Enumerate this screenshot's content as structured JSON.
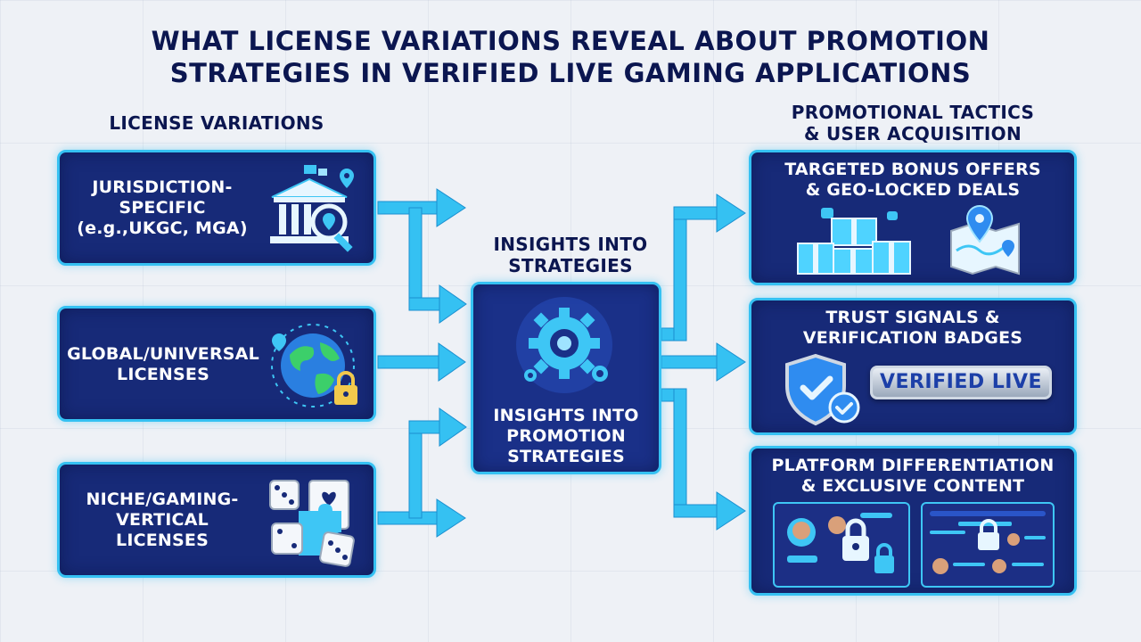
{
  "title": {
    "line1": "WHAT LICENSE VARIATIONS REVEAL ABOUT PROMOTION",
    "line2": "STRATEGIES IN VERIFIED LIVE GAMING APPLICATIONS"
  },
  "left_heading": "LICENSE VARIATIONS",
  "left_boxes": [
    {
      "lines": [
        "JURISDICTION-",
        "SPECIFIC",
        "(e.g.,UKGC, MGA)"
      ],
      "icon": "government-building-magnifier-icon"
    },
    {
      "lines": [
        "GLOBAL/UNIVERSAL",
        "LICENSES"
      ],
      "icon": "globe-lock-icon"
    },
    {
      "lines": [
        "NICHE/GAMING-",
        "VERTICAL",
        "LICENSES"
      ],
      "icon": "dice-cards-puzzle-icon"
    }
  ],
  "center": {
    "heading": [
      "INSIGHTS INTO",
      "STRATEGIES"
    ],
    "box_lines": [
      "INSIGHTS INTO",
      "PROMOTION",
      "STRATEGIES"
    ],
    "icon": "gears-icon"
  },
  "right_heading": [
    "PROMOTIONAL TACTICS",
    "& USER ACQUISITION"
  ],
  "right_boxes": [
    {
      "lines": [
        "TARGETED BONUS OFFERS",
        "& GEO-LOCKED DEALS"
      ],
      "icons": [
        "gift-boxes-icon",
        "map-pin-icon"
      ]
    },
    {
      "lines": [
        "TRUST SIGNALS &",
        "VERIFICATION BADGES"
      ],
      "icons": [
        "shield-check-icon"
      ],
      "badge": "VERIFIED LIVE"
    },
    {
      "lines": [
        "PLATFORM DIFFERENTIATION",
        "& EXCLUSIVE CONTENT"
      ],
      "icons": [
        "app-screens-lock-icon"
      ]
    }
  ],
  "colors": {
    "box_fill": "#172a78",
    "box_border": "#35c1f2",
    "arrow": "#35c1f2",
    "heading_text": "#0b1650",
    "background": "#eef1f6"
  }
}
